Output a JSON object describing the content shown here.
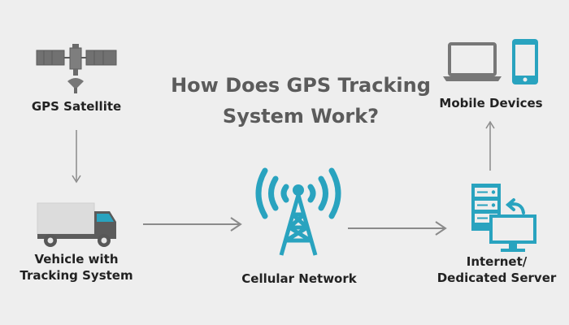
{
  "title": {
    "line1": "How Does GPS Tracking",
    "line2": "System Work?"
  },
  "nodes": {
    "satellite": {
      "label": "GPS Satellite",
      "icon": "satellite-icon"
    },
    "vehicle": {
      "label_line1": "Vehicle with",
      "label_line2": "Tracking System",
      "icon": "truck-icon"
    },
    "cellular": {
      "label": "Cellular Network",
      "icon": "cell-tower-icon"
    },
    "server": {
      "label_line1": "Internet/",
      "label_line2": "Dedicated Server",
      "icon": "server-icon"
    },
    "mobile": {
      "label": "Mobile Devices",
      "icon": "laptop-phone-icon"
    }
  },
  "colors": {
    "accent": "#29a3bf",
    "gray_icon": "#727272",
    "light_gray": "#d6d6d6",
    "arrow": "#8a8a8a",
    "background": "#eeeeee"
  }
}
